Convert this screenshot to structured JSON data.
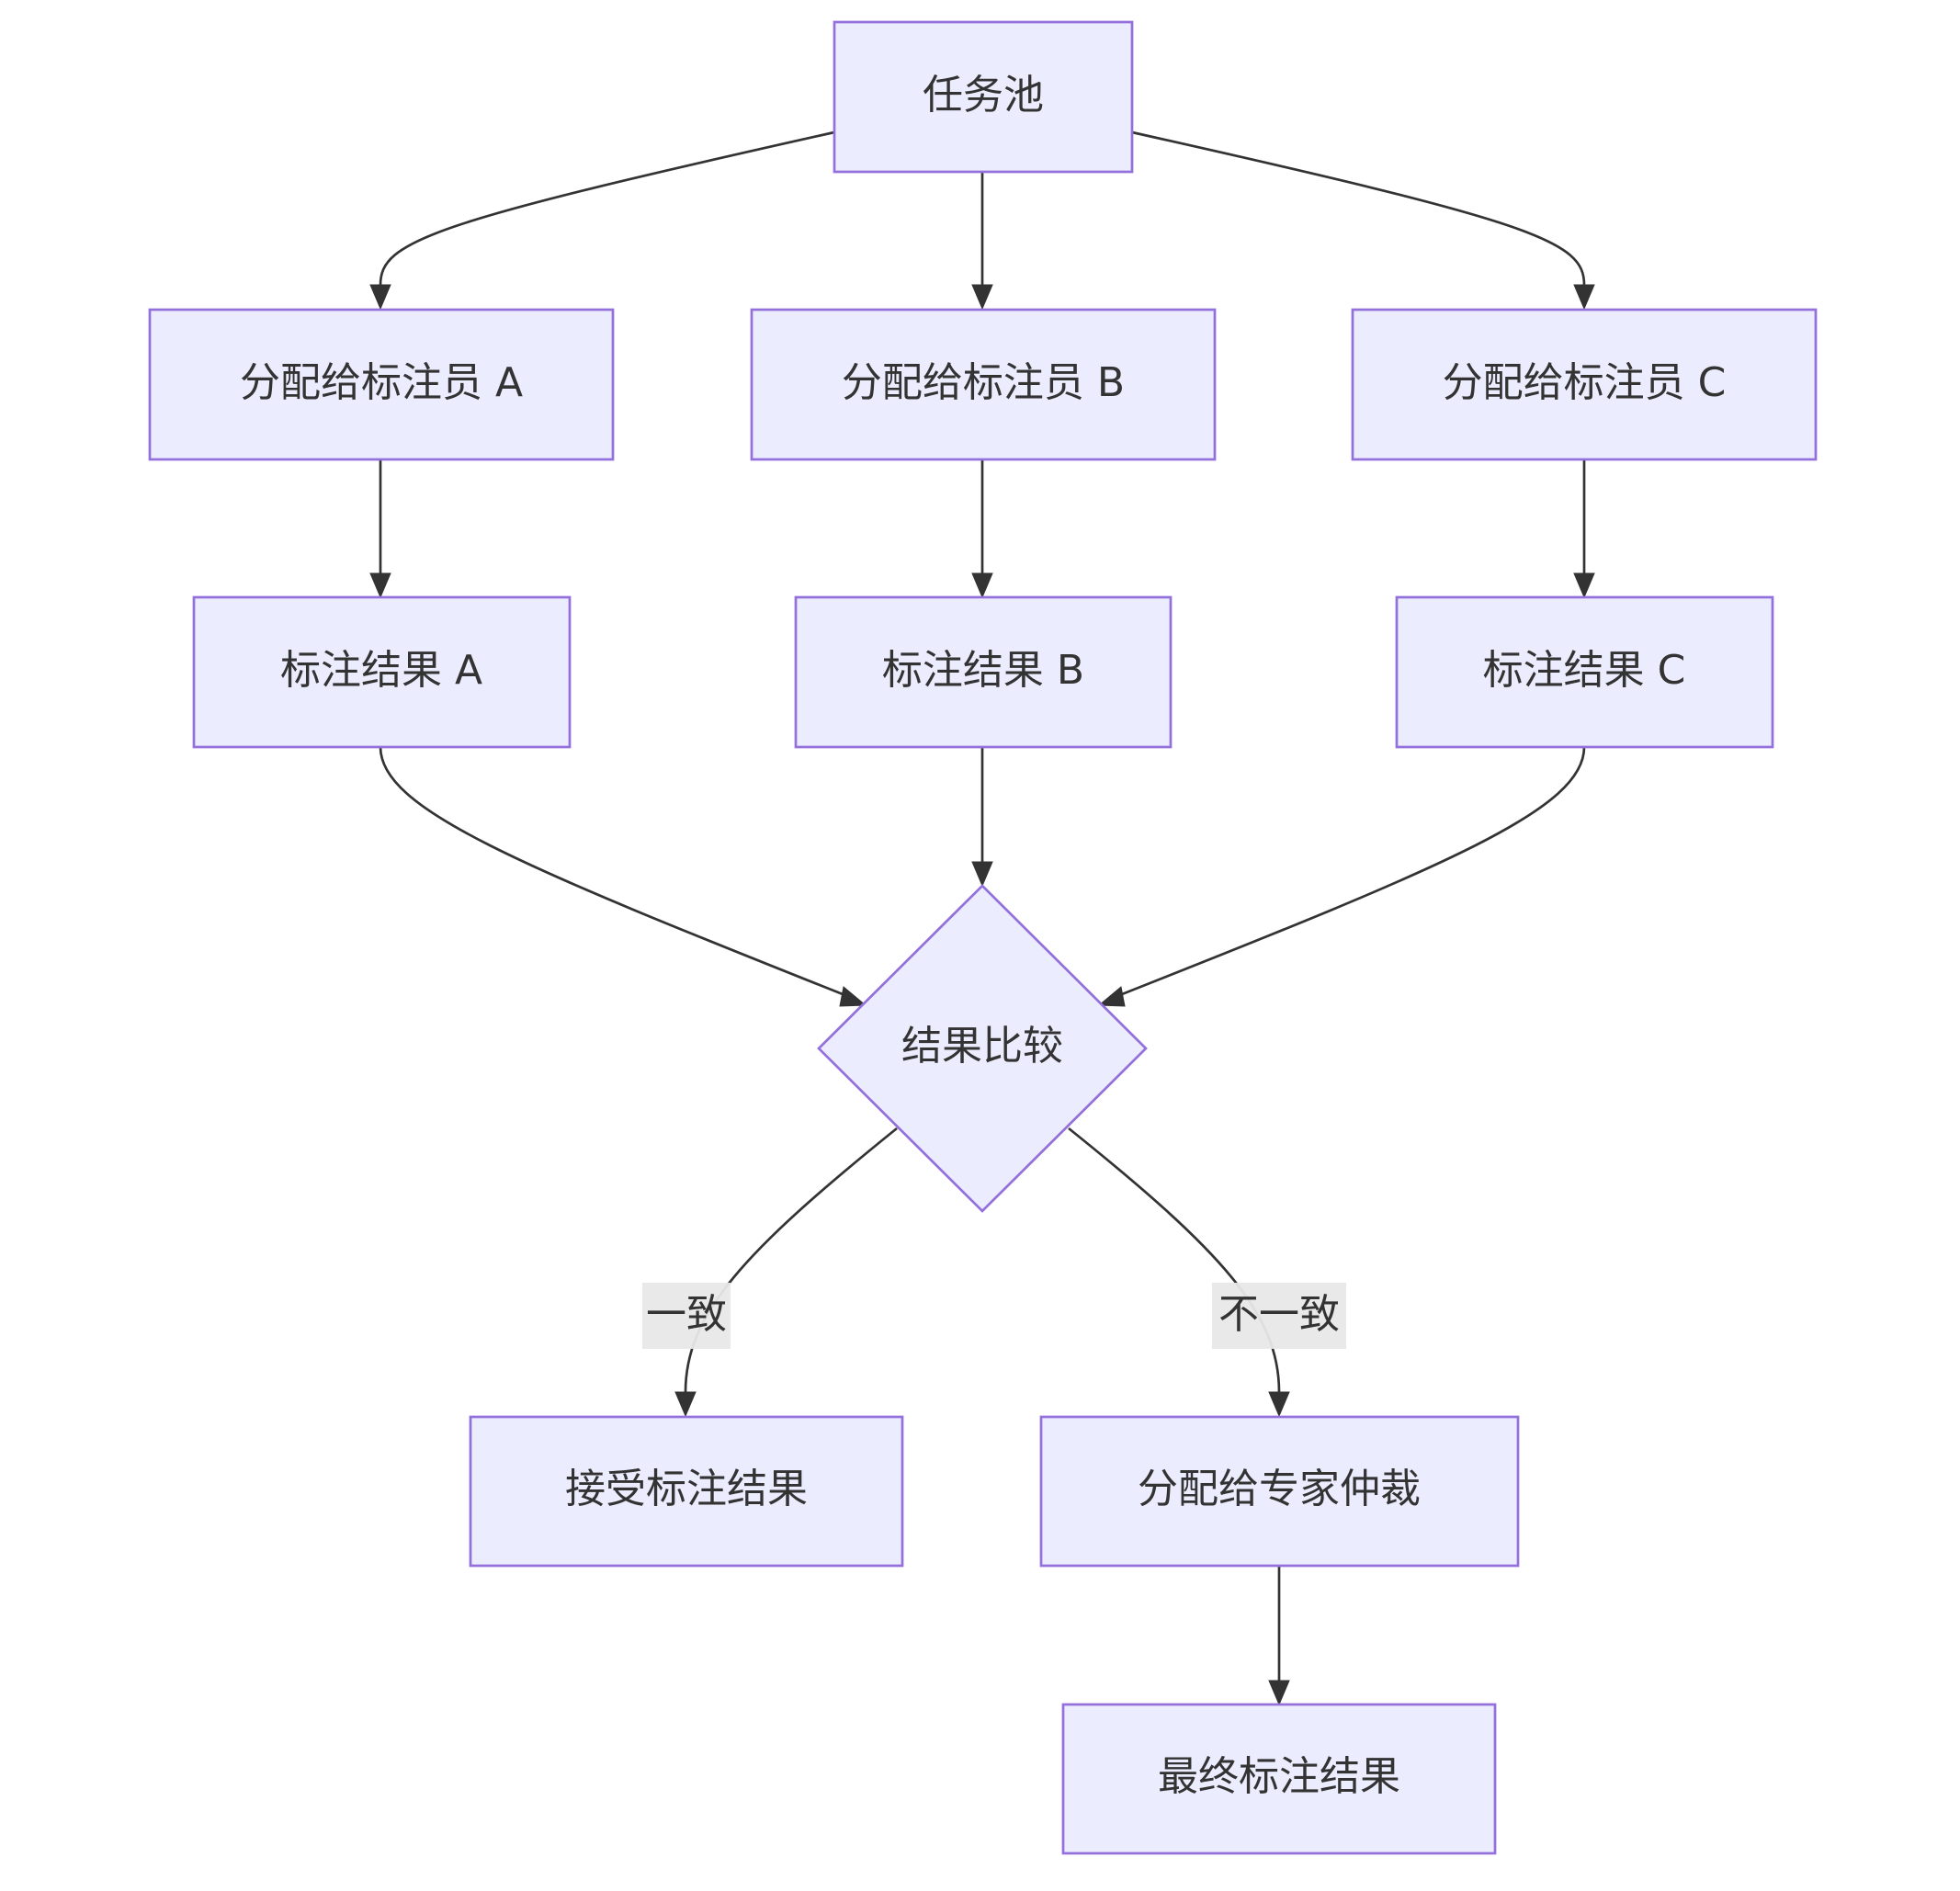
{
  "diagram": {
    "type": "flowchart",
    "colors": {
      "node_fill": "#ececff",
      "node_stroke": "#9370db",
      "edge": "#333333",
      "label_bg": "#e8e8e8",
      "text": "#333333"
    },
    "nodes": {
      "task_pool": "任务池",
      "assign_a": "分配给标注员 A",
      "assign_b": "分配给标注员 B",
      "assign_c": "分配给标注员 C",
      "result_a": "标注结果 A",
      "result_b": "标注结果 B",
      "result_c": "标注结果 C",
      "compare": "结果比较",
      "accept": "接受标注结果",
      "expert": "分配给专家仲裁",
      "final": "最终标注结果"
    },
    "edge_labels": {
      "consistent": "一致",
      "inconsistent": "不一致"
    }
  }
}
